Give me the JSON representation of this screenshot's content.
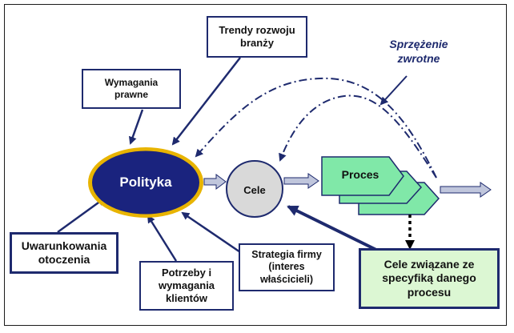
{
  "diagram": {
    "center_label": "Polityka",
    "goals_label": "Cele",
    "process_label": "Proces",
    "feedback_label": "Sprzężenie\nzwrotne",
    "boxes": {
      "industry_trends": "Trendy rozwoju\nbranży",
      "legal_requirements": "Wymagania\nprawne",
      "environment_conditions": "Uwarunkowania\notoczenia",
      "client_needs": "Potrzeby i\nwymagania\nklientów",
      "company_strategy": "Strategia firmy\n(interes\nwłaścicieli)",
      "process_goals": "Cele związane ze\nspecyfiką danego\nprocesu"
    },
    "colors": {
      "navy": "#1e2a6e",
      "ellipse_fill": "#1a237e",
      "ellipse_border": "#e8b400",
      "circle_fill": "#d9d9d9",
      "process_fill": "#80e8a8",
      "green_box_fill": "#dcf7d3",
      "arrow_fill": "#c0c6dc"
    }
  }
}
